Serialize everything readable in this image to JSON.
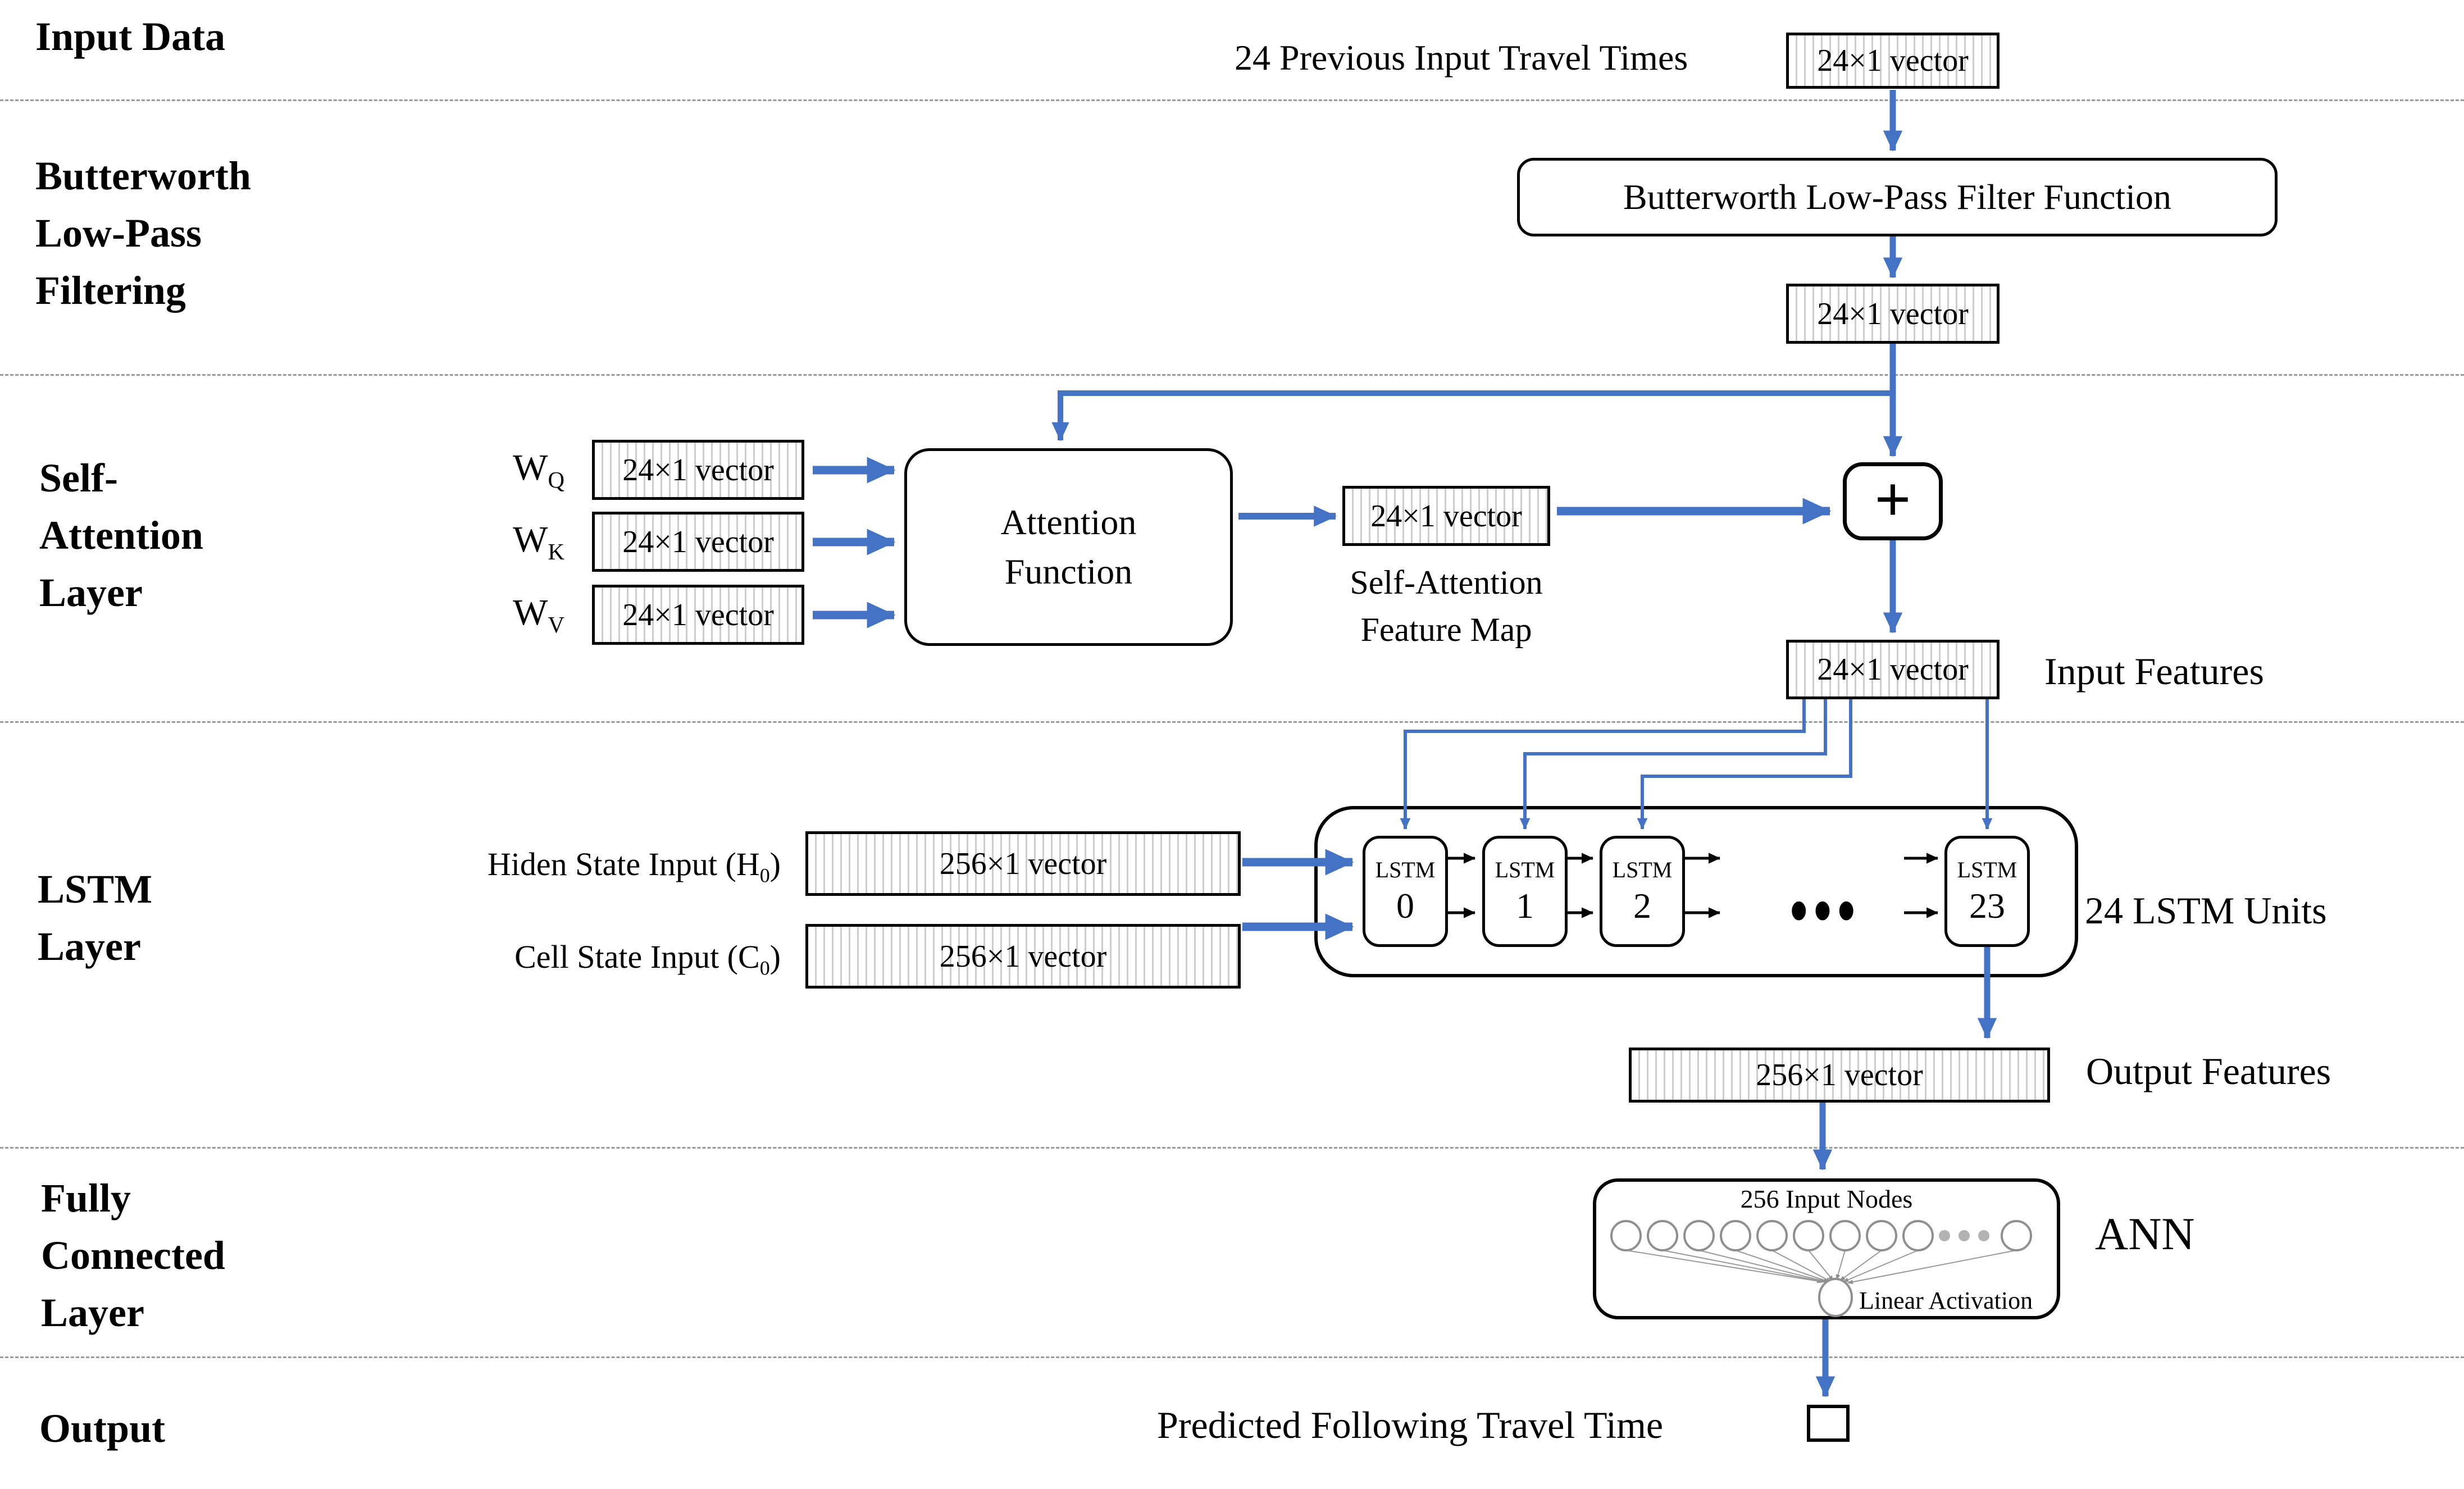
{
  "sections": {
    "input": {
      "title": "Input Data"
    },
    "butterworth": {
      "title1": "Butterworth",
      "title2": "Low-Pass",
      "title3": "Filtering"
    },
    "attention": {
      "title1": "Self-",
      "title2": "Attention",
      "title3": "Layer"
    },
    "lstm": {
      "title1": "LSTM",
      "title2": "Layer"
    },
    "fc": {
      "title1": "Fully",
      "title2": "Connected",
      "title3": "Layer"
    },
    "output": {
      "title": "Output"
    }
  },
  "top": {
    "input_caption": "24 Previous Input Travel Times",
    "input_vector": "24×1 vector",
    "filter_box": "Butterworth Low-Pass Filter Function",
    "filtered_vector": "24×1 vector"
  },
  "attention_layer": {
    "weights": [
      {
        "base": "W",
        "sub": "Q",
        "vector": "24×1 vector"
      },
      {
        "base": "W",
        "sub": "K",
        "vector": "24×1 vector"
      },
      {
        "base": "W",
        "sub": "V",
        "vector": "24×1 vector"
      }
    ],
    "function_line1": "Attention",
    "function_line2": "Function",
    "feature_vector": "24×1 vector",
    "feature_caption1": "Self-Attention",
    "feature_caption2": "Feature Map",
    "plus": "+",
    "input_features_vector": "24×1 vector",
    "input_features_label": "Input Features"
  },
  "lstm_layer": {
    "hidden_pre": "Hiden State Input (H",
    "hidden_sub": "0",
    "hidden_post": ")",
    "cell_pre": "Cell State Input (C",
    "cell_sub": "0",
    "cell_post": ")",
    "hidden_vector": "256×1 vector",
    "cell_vector": "256×1 vector",
    "units": [
      {
        "name": "LSTM",
        "num": "0"
      },
      {
        "name": "LSTM",
        "num": "1"
      },
      {
        "name": "LSTM",
        "num": "2"
      },
      {
        "name": "LSTM",
        "num": "23"
      }
    ],
    "dots": "•••",
    "units_label": "24 LSTM Units",
    "output_vector": "256×1 vector",
    "output_label": "Output Features"
  },
  "fc_layer": {
    "ann_title": "256 Input Nodes",
    "activation_label": "Linear Activation",
    "ann_label": "ANN"
  },
  "output_layer": {
    "prediction_label": "Predicted Following Travel Time"
  },
  "colors": {
    "arrow_blue": "#4472C4",
    "dashed_gray": "#9a9a9a",
    "node_gray": "#8f8f8f",
    "stripe_gray": "#cccccc"
  }
}
